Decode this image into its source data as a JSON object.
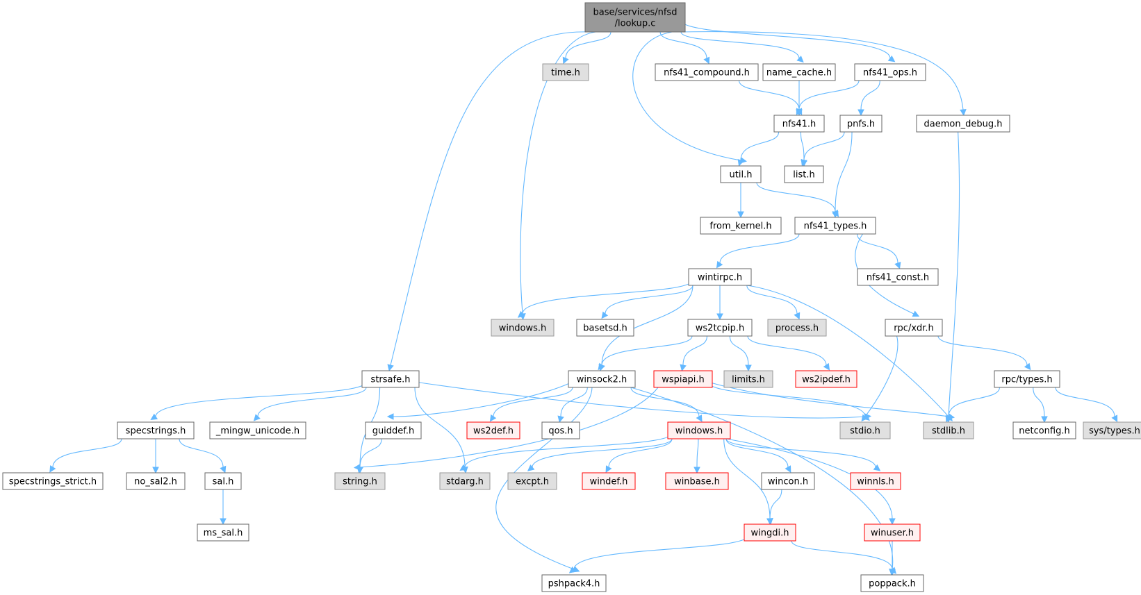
{
  "styles": {
    "root": {
      "fill": "#999999",
      "stroke": "#666666",
      "text": "#000000"
    },
    "normal": {
      "fill": "#ffffff",
      "stroke": "#666666",
      "text": "#000000"
    },
    "system": {
      "fill": "#e0e0e0",
      "stroke": "#999999",
      "text": "#000000"
    },
    "truncated": {
      "fill": "#fff0f0",
      "stroke": "#ff0000",
      "text": "#000000"
    },
    "edge": "#63b8ff"
  },
  "nodes": [
    {
      "id": "root",
      "lines": [
        "base/services/nfsd",
        "/lookup.c"
      ],
      "style": "root"
    },
    {
      "id": "time_h",
      "lines": [
        "time.h"
      ],
      "style": "system"
    },
    {
      "id": "nfs41_compound_h",
      "lines": [
        "nfs41_compound.h"
      ],
      "style": "normal"
    },
    {
      "id": "name_cache_h",
      "lines": [
        "name_cache.h"
      ],
      "style": "normal"
    },
    {
      "id": "nfs41_ops_h",
      "lines": [
        "nfs41_ops.h"
      ],
      "style": "normal"
    },
    {
      "id": "nfs41_h",
      "lines": [
        "nfs41.h"
      ],
      "style": "normal"
    },
    {
      "id": "pnfs_h",
      "lines": [
        "pnfs.h"
      ],
      "style": "normal"
    },
    {
      "id": "daemon_debug_h",
      "lines": [
        "daemon_debug.h"
      ],
      "style": "normal"
    },
    {
      "id": "util_h",
      "lines": [
        "util.h"
      ],
      "style": "normal"
    },
    {
      "id": "list_h",
      "lines": [
        "list.h"
      ],
      "style": "normal"
    },
    {
      "id": "from_kernel_h",
      "lines": [
        "from_kernel.h"
      ],
      "style": "normal"
    },
    {
      "id": "nfs41_types_h",
      "lines": [
        "nfs41_types.h"
      ],
      "style": "normal"
    },
    {
      "id": "wintirpc_h",
      "lines": [
        "wintirpc.h"
      ],
      "style": "normal"
    },
    {
      "id": "nfs41_const_h",
      "lines": [
        "nfs41_const.h"
      ],
      "style": "normal"
    },
    {
      "id": "windows_h_sys",
      "lines": [
        "windows.h"
      ],
      "style": "system"
    },
    {
      "id": "basetsd_h",
      "lines": [
        "basetsd.h"
      ],
      "style": "normal"
    },
    {
      "id": "ws2tcpip_h",
      "lines": [
        "ws2tcpip.h"
      ],
      "style": "normal"
    },
    {
      "id": "process_h",
      "lines": [
        "process.h"
      ],
      "style": "system"
    },
    {
      "id": "rpc_xdr_h",
      "lines": [
        "rpc/xdr.h"
      ],
      "style": "normal"
    },
    {
      "id": "strsafe_h",
      "lines": [
        "strsafe.h"
      ],
      "style": "normal"
    },
    {
      "id": "winsock2_h",
      "lines": [
        "winsock2.h"
      ],
      "style": "normal"
    },
    {
      "id": "wspiapi_h",
      "lines": [
        "wspiapi.h"
      ],
      "style": "truncated"
    },
    {
      "id": "limits_h",
      "lines": [
        "limits.h"
      ],
      "style": "system"
    },
    {
      "id": "ws2ipdef_h",
      "lines": [
        "ws2ipdef.h"
      ],
      "style": "truncated"
    },
    {
      "id": "rpc_types_h",
      "lines": [
        "rpc/types.h"
      ],
      "style": "normal"
    },
    {
      "id": "specstrings_h",
      "lines": [
        "specstrings.h"
      ],
      "style": "normal"
    },
    {
      "id": "mingw_unicode_h",
      "lines": [
        "_mingw_unicode.h"
      ],
      "style": "normal"
    },
    {
      "id": "guiddef_h",
      "lines": [
        "guiddef.h"
      ],
      "style": "normal"
    },
    {
      "id": "ws2def_h",
      "lines": [
        "ws2def.h"
      ],
      "style": "truncated"
    },
    {
      "id": "qos_h",
      "lines": [
        "qos.h"
      ],
      "style": "normal"
    },
    {
      "id": "windows_h",
      "lines": [
        "windows.h"
      ],
      "style": "truncated"
    },
    {
      "id": "stdio_h",
      "lines": [
        "stdio.h"
      ],
      "style": "system"
    },
    {
      "id": "stdlib_h",
      "lines": [
        "stdlib.h"
      ],
      "style": "system"
    },
    {
      "id": "netconfig_h",
      "lines": [
        "netconfig.h"
      ],
      "style": "normal"
    },
    {
      "id": "sys_types_h",
      "lines": [
        "sys/types.h"
      ],
      "style": "system"
    },
    {
      "id": "specstrings_strict_h",
      "lines": [
        "specstrings_strict.h"
      ],
      "style": "normal"
    },
    {
      "id": "no_sal2_h",
      "lines": [
        "no_sal2.h"
      ],
      "style": "normal"
    },
    {
      "id": "sal_h",
      "lines": [
        "sal.h"
      ],
      "style": "normal"
    },
    {
      "id": "string_h",
      "lines": [
        "string.h"
      ],
      "style": "system"
    },
    {
      "id": "stdarg_h",
      "lines": [
        "stdarg.h"
      ],
      "style": "system"
    },
    {
      "id": "excpt_h",
      "lines": [
        "excpt.h"
      ],
      "style": "system"
    },
    {
      "id": "windef_h",
      "lines": [
        "windef.h"
      ],
      "style": "truncated"
    },
    {
      "id": "winbase_h",
      "lines": [
        "winbase.h"
      ],
      "style": "truncated"
    },
    {
      "id": "wincon_h",
      "lines": [
        "wincon.h"
      ],
      "style": "normal"
    },
    {
      "id": "winnls_h",
      "lines": [
        "winnls.h"
      ],
      "style": "truncated"
    },
    {
      "id": "ms_sal_h",
      "lines": [
        "ms_sal.h"
      ],
      "style": "normal"
    },
    {
      "id": "wingdi_h",
      "lines": [
        "wingdi.h"
      ],
      "style": "truncated"
    },
    {
      "id": "winuser_h",
      "lines": [
        "winuser.h"
      ],
      "style": "truncated"
    },
    {
      "id": "pshpack4_h",
      "lines": [
        "pshpack4.h"
      ],
      "style": "normal"
    },
    {
      "id": "poppack_h",
      "lines": [
        "poppack.h"
      ],
      "style": "normal"
    }
  ],
  "edges": [
    [
      "root",
      "strsafe_h"
    ],
    [
      "root",
      "windows_h_sys"
    ],
    [
      "root",
      "time_h"
    ],
    [
      "root",
      "util_h"
    ],
    [
      "root",
      "nfs41_compound_h"
    ],
    [
      "root",
      "name_cache_h"
    ],
    [
      "root",
      "nfs41_ops_h"
    ],
    [
      "root",
      "daemon_debug_h"
    ],
    [
      "nfs41_compound_h",
      "nfs41_h"
    ],
    [
      "name_cache_h",
      "nfs41_h"
    ],
    [
      "nfs41_ops_h",
      "nfs41_h"
    ],
    [
      "nfs41_ops_h",
      "pnfs_h"
    ],
    [
      "nfs41_h",
      "util_h"
    ],
    [
      "nfs41_h",
      "list_h"
    ],
    [
      "pnfs_h",
      "list_h"
    ],
    [
      "pnfs_h",
      "nfs41_types_h"
    ],
    [
      "daemon_debug_h",
      "stdlib_h"
    ],
    [
      "util_h",
      "from_kernel_h"
    ],
    [
      "util_h",
      "nfs41_types_h"
    ],
    [
      "nfs41_types_h",
      "wintirpc_h"
    ],
    [
      "nfs41_types_h",
      "nfs41_const_h"
    ],
    [
      "nfs41_types_h",
      "rpc_xdr_h"
    ],
    [
      "wintirpc_h",
      "windows_h_sys"
    ],
    [
      "wintirpc_h",
      "basetsd_h"
    ],
    [
      "wintirpc_h",
      "ws2tcpip_h"
    ],
    [
      "wintirpc_h",
      "process_h"
    ],
    [
      "wintirpc_h",
      "winsock2_h"
    ],
    [
      "wintirpc_h",
      "stdlib_h"
    ],
    [
      "ws2tcpip_h",
      "winsock2_h"
    ],
    [
      "ws2tcpip_h",
      "wspiapi_h"
    ],
    [
      "ws2tcpip_h",
      "limits_h"
    ],
    [
      "ws2tcpip_h",
      "ws2ipdef_h"
    ],
    [
      "rpc_xdr_h",
      "stdio_h"
    ],
    [
      "rpc_xdr_h",
      "rpc_types_h"
    ],
    [
      "rpc_types_h",
      "stdlib_h"
    ],
    [
      "rpc_types_h",
      "netconfig_h"
    ],
    [
      "rpc_types_h",
      "sys_types_h"
    ],
    [
      "strsafe_h",
      "specstrings_h"
    ],
    [
      "strsafe_h",
      "mingw_unicode_h"
    ],
    [
      "strsafe_h",
      "string_h"
    ],
    [
      "strsafe_h",
      "stdarg_h"
    ],
    [
      "strsafe_h",
      "stdio_h"
    ],
    [
      "specstrings_h",
      "specstrings_strict_h"
    ],
    [
      "specstrings_h",
      "no_sal2_h"
    ],
    [
      "specstrings_h",
      "sal_h"
    ],
    [
      "sal_h",
      "ms_sal_h"
    ],
    [
      "winsock2_h",
      "guiddef_h"
    ],
    [
      "winsock2_h",
      "ws2def_h"
    ],
    [
      "winsock2_h",
      "qos_h"
    ],
    [
      "winsock2_h",
      "windows_h"
    ],
    [
      "winsock2_h",
      "pshpack4_h"
    ],
    [
      "winsock2_h",
      "poppack_h"
    ],
    [
      "guiddef_h",
      "string_h"
    ],
    [
      "wspiapi_h",
      "string_h"
    ],
    [
      "wspiapi_h",
      "stdio_h"
    ],
    [
      "wspiapi_h",
      "stdlib_h"
    ],
    [
      "windows_h",
      "stdarg_h"
    ],
    [
      "windows_h",
      "excpt_h"
    ],
    [
      "windows_h",
      "windef_h"
    ],
    [
      "windows_h",
      "winbase_h"
    ],
    [
      "windows_h",
      "wincon_h"
    ],
    [
      "windows_h",
      "winnls_h"
    ],
    [
      "windows_h",
      "wingdi_h"
    ],
    [
      "windows_h",
      "winuser_h"
    ],
    [
      "wincon_h",
      "wingdi_h"
    ],
    [
      "wingdi_h",
      "pshpack4_h"
    ],
    [
      "wingdi_h",
      "poppack_h"
    ],
    [
      "winuser_h",
      "poppack_h"
    ]
  ]
}
